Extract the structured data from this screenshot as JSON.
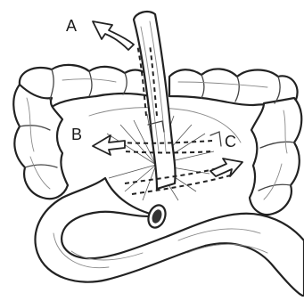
{
  "diagram": {
    "labels": {
      "a": "A",
      "b": "B",
      "c": "C"
    },
    "colors": {
      "ink": "#222222",
      "paper": "#ffffff",
      "shade": "#8a8a8a"
    }
  }
}
